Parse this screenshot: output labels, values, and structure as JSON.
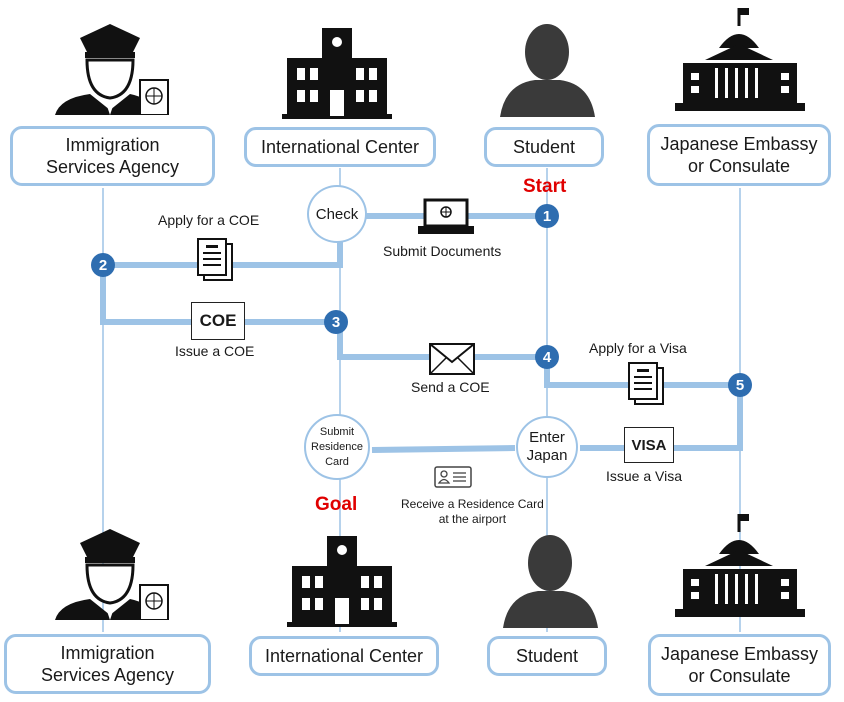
{
  "actors_top": [
    {
      "id": "immigration",
      "label_line1": "Immigration",
      "label_line2": "Services Agency",
      "icon": "officer-icon"
    },
    {
      "id": "center",
      "label": "International Center",
      "icon": "school-building-icon"
    },
    {
      "id": "student",
      "label": "Student",
      "icon": "person-silhouette-icon"
    },
    {
      "id": "embassy",
      "label_line1": "Japanese Embassy",
      "label_line2": "or Consulate",
      "icon": "embassy-building-icon"
    }
  ],
  "actors_bottom": [
    {
      "id": "immigration",
      "label_line1": "Immigration",
      "label_line2": "Services Agency"
    },
    {
      "id": "center",
      "label": "International Center"
    },
    {
      "id": "student",
      "label": "Student"
    },
    {
      "id": "embassy",
      "label_line1": "Japanese Embassy",
      "label_line2": "or Consulate"
    }
  ],
  "markers": {
    "start": "Start",
    "goal": "Goal"
  },
  "nodes": {
    "check": "Check",
    "enter_japan_line1": "Enter",
    "enter_japan_line2": "Japan",
    "submit_residence_line1": "Submit",
    "submit_residence_line2": "Residence",
    "submit_residence_line3": "Card"
  },
  "steps": [
    {
      "number": "1"
    },
    {
      "number": "2"
    },
    {
      "number": "3"
    },
    {
      "number": "4"
    },
    {
      "number": "5"
    }
  ],
  "actions": {
    "submit_documents": "Submit Documents",
    "apply_coe": "Apply for a COE",
    "issue_coe": "Issue a COE",
    "coe_tag": "COE",
    "send_coe": "Send a COE",
    "apply_visa": "Apply for a Visa",
    "issue_visa": "Issue a Visa",
    "visa_tag": "VISA",
    "residence_card_line1": "Receive a Residence Card",
    "residence_card_line2": "at the airport"
  },
  "colors": {
    "line": "#9dc3e6",
    "badge": "#2e6db0",
    "accent_red": "#e00000"
  }
}
